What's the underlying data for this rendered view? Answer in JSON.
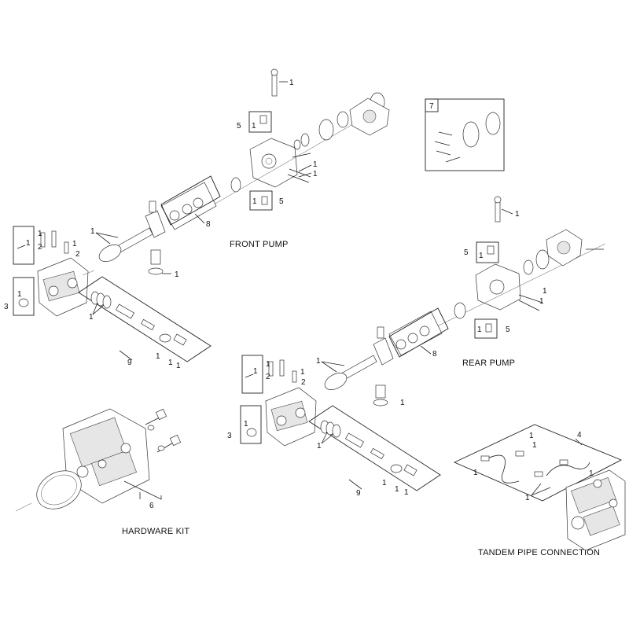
{
  "titles": {
    "front_pump": "FRONT PUMP",
    "rear_pump": "REAR PUMP",
    "hardware_kit": "HARDWARE KIT",
    "tandem_pipe": "TANDEM PIPE CONNECTION"
  },
  "callouts": {
    "one": "1",
    "two": "2",
    "three": "3",
    "four": "4",
    "five": "5",
    "six": "6",
    "seven": "7",
    "eight": "8",
    "nine": "9"
  }
}
